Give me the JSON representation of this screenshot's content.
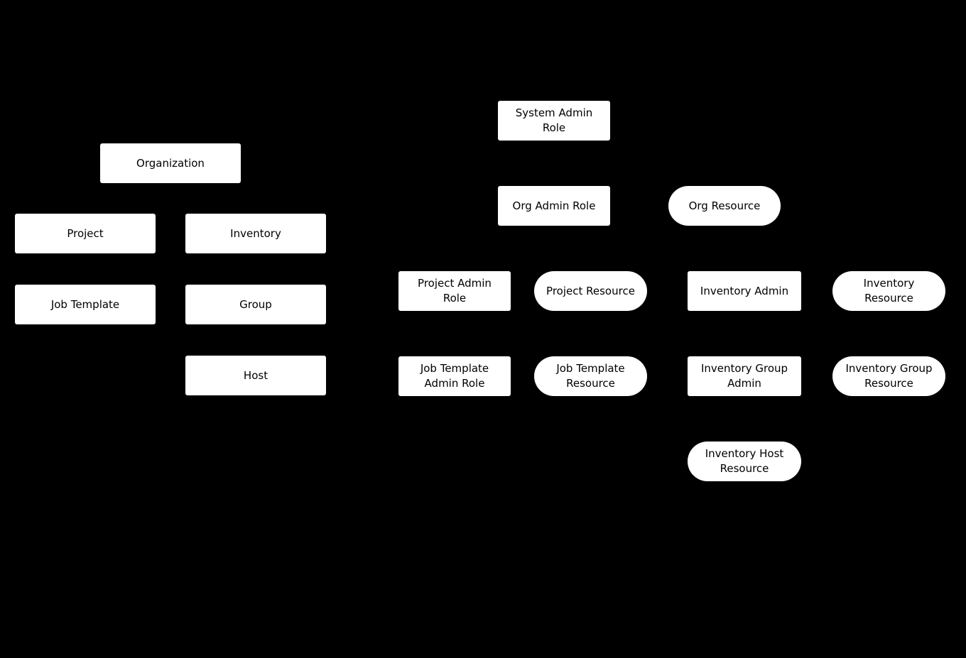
{
  "colors": {
    "background": "#000000",
    "node_fill": "#ffffff",
    "node_text": "#000000"
  },
  "nodes": {
    "organization": {
      "label": "Organization",
      "shape": "rectangle"
    },
    "project": {
      "label": "Project",
      "shape": "rectangle"
    },
    "inventory": {
      "label": "Inventory",
      "shape": "rectangle"
    },
    "job_template": {
      "label": "Job Template",
      "shape": "rectangle"
    },
    "group": {
      "label": "Group",
      "shape": "rectangle"
    },
    "host": {
      "label": "Host",
      "shape": "rectangle"
    },
    "system_admin_role": {
      "label": "System Admin Role",
      "shape": "rectangle"
    },
    "org_admin_role": {
      "label": "Org Admin Role",
      "shape": "rectangle"
    },
    "org_resource": {
      "label": "Org Resource",
      "shape": "stadium"
    },
    "project_admin_role": {
      "label": "Project Admin Role",
      "shape": "rectangle"
    },
    "project_resource": {
      "label": "Project Resource",
      "shape": "stadium"
    },
    "inventory_admin": {
      "label": "Inventory Admin",
      "shape": "rectangle"
    },
    "inventory_resource": {
      "label": "Inventory Resource",
      "shape": "stadium"
    },
    "job_template_admin_role": {
      "label": "Job Template Admin Role",
      "shape": "rectangle"
    },
    "job_template_resource": {
      "label": "Job Template Resource",
      "shape": "stadium"
    },
    "inventory_group_admin": {
      "label": "Inventory Group Admin",
      "shape": "rectangle"
    },
    "inventory_group_resource": {
      "label": "Inventory Group Resource",
      "shape": "stadium"
    },
    "inventory_host_resource": {
      "label": "Inventory Host Resource",
      "shape": "stadium"
    }
  }
}
